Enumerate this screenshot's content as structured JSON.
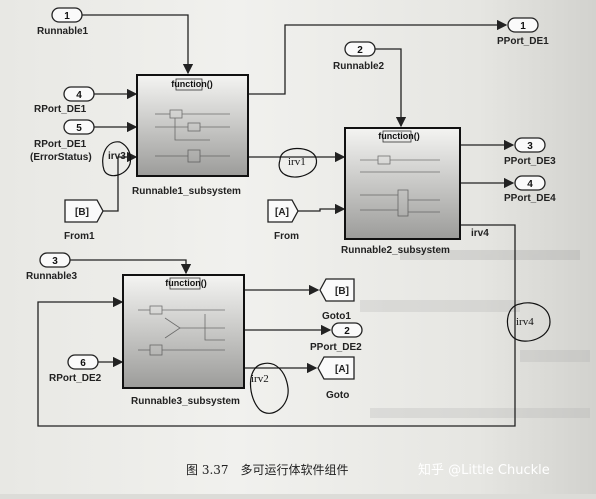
{
  "ports": {
    "runnable1": {
      "num": "1",
      "label": "Runnable1"
    },
    "rport_de1": {
      "num": "4",
      "label": "RPort_DE1"
    },
    "rport_de1_err": {
      "num": "5",
      "label1": "RPort_DE1",
      "label2": "(ErrorStatus)"
    },
    "runnable2": {
      "num": "2",
      "label": "Runnable2"
    },
    "pport_de1": {
      "num": "1",
      "label": "PPort_DE1"
    },
    "pport_de3": {
      "num": "3",
      "label": "PPort_DE3"
    },
    "pport_de4": {
      "num": "4",
      "label": "PPort_DE4"
    },
    "runnable3": {
      "num": "3",
      "label": "Runnable3"
    },
    "rport_de2": {
      "num": "6",
      "label": "RPort_DE2"
    },
    "pport_de2": {
      "num": "2",
      "label": "PPort_DE2"
    }
  },
  "subsystems": {
    "s1": {
      "title": "function()",
      "label": "Runnable1_subsystem"
    },
    "s2": {
      "title": "function()",
      "label": "Runnable2_subsystem"
    },
    "s3": {
      "title": "function()",
      "label": "Runnable3_subsystem"
    }
  },
  "tags": {
    "from1": {
      "tag": "[B]",
      "label": "From1"
    },
    "from": {
      "tag": "[A]",
      "label": "From"
    },
    "goto1": {
      "tag": "[B]",
      "label": "Goto1"
    },
    "goto": {
      "tag": "[A]",
      "label": "Goto"
    }
  },
  "signals": {
    "irv1": "irv1",
    "irv2": "irv2",
    "irv3": "irv3",
    "irv4": "irv4",
    "irv4_hand": "irv4"
  },
  "caption": "图 3.37　多可运行体软件组件",
  "watermark": "知乎 @Little Chuckle"
}
